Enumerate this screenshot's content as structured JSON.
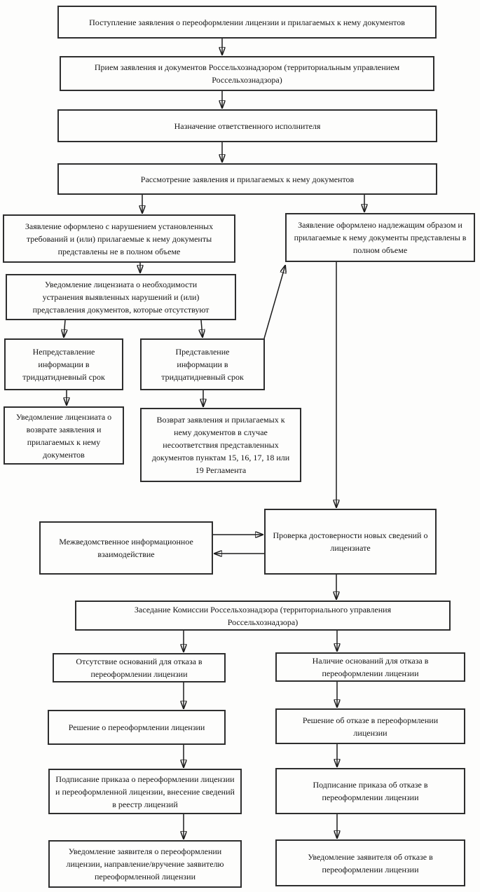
{
  "diagram": {
    "type": "flowchart",
    "language": "ru",
    "ink_color": "#1c1c1c",
    "background_color": "#fdfdfc",
    "nodes": [
      {
        "id": "receive-application",
        "text": "Поступление заявления о переоформлении лицензии и прилагаемых к нему документов"
      },
      {
        "id": "accept-documents",
        "text": "Прием заявления и документов Россельхознадзором (территориальным управлением Россельхознадзора)"
      },
      {
        "id": "assign-executor",
        "text": "Назначение ответственного исполнителя"
      },
      {
        "id": "review-application",
        "text": "Рассмотрение заявления и прилагаемых к нему документов"
      },
      {
        "id": "improper-application",
        "text": "Заявление оформлено с нарушением установленных требований и (или) прилагаемые к нему документы представлены не в полном объеме"
      },
      {
        "id": "proper-application",
        "text": "Заявление оформлено надлежащим образом и прилагаемые к нему документы представлены в полном объеме"
      },
      {
        "id": "notify-licensee-fix",
        "text": "Уведомление лицензиата о необходимости устранения выявленных нарушений и (или) представления документов, которые отсутствуют"
      },
      {
        "id": "info-not-provided",
        "text": "Непредставление информации в тридцатидневный срок"
      },
      {
        "id": "info-provided",
        "text": "Представление информации в тридцатидневный срок"
      },
      {
        "id": "notify-return",
        "text": "Уведомление лицензиата о возврате заявления и прилагаемых к нему документов"
      },
      {
        "id": "return-documents",
        "text": "Возврат заявления и прилагаемых к нему документов в случае несоответствия представленных документов пунктам 15, 16, 17, 18 или 19 Регламента"
      },
      {
        "id": "interagency-interaction",
        "text": "Межведомственное информационное взаимодействие"
      },
      {
        "id": "verify-new-info",
        "text": "Проверка достоверности новых сведений о лицензиате"
      },
      {
        "id": "commission-meeting",
        "text": "Заседание Комиссии Россельхознадзора (территориального управления Россельхознадзора)"
      },
      {
        "id": "no-refusal-grounds",
        "text": "Отсутствие оснований для отказа в переоформлении лицензии"
      },
      {
        "id": "refusal-grounds",
        "text": "Наличие оснований для отказа в переоформлении лицензии"
      },
      {
        "id": "decision-reissue",
        "text": "Решение о переоформлении лицензии"
      },
      {
        "id": "decision-refuse",
        "text": "Решение об отказе в переоформлении лицензии"
      },
      {
        "id": "sign-order-reissue",
        "text": "Подписание приказа о переоформлении лицензии и переоформленной лицензии, внесение сведений в реестр лицензий"
      },
      {
        "id": "sign-order-refuse",
        "text": "Подписание приказа об отказе в переоформлении лицензии"
      },
      {
        "id": "notify-applicant-reissue",
        "text": "Уведомление заявителя о переоформлении лицензии, направление/вручение заявителю переоформленной лицензии"
      },
      {
        "id": "notify-applicant-refuse",
        "text": "Уведомление заявителя об отказе в переоформлении лицензии"
      }
    ],
    "edges": [
      {
        "from": "receive-application",
        "to": "accept-documents"
      },
      {
        "from": "accept-documents",
        "to": "assign-executor"
      },
      {
        "from": "assign-executor",
        "to": "review-application"
      },
      {
        "from": "review-application",
        "to": "improper-application"
      },
      {
        "from": "review-application",
        "to": "proper-application"
      },
      {
        "from": "improper-application",
        "to": "notify-licensee-fix"
      },
      {
        "from": "notify-licensee-fix",
        "to": "info-not-provided"
      },
      {
        "from": "notify-licensee-fix",
        "to": "info-provided"
      },
      {
        "from": "info-not-provided",
        "to": "notify-return"
      },
      {
        "from": "info-provided",
        "to": "return-documents"
      },
      {
        "from": "info-provided",
        "to": "proper-application"
      },
      {
        "from": "proper-application",
        "to": "verify-new-info"
      },
      {
        "from": "interagency-interaction",
        "to": "verify-new-info"
      },
      {
        "from": "verify-new-info",
        "to": "interagency-interaction"
      },
      {
        "from": "verify-new-info",
        "to": "commission-meeting"
      },
      {
        "from": "commission-meeting",
        "to": "no-refusal-grounds"
      },
      {
        "from": "commission-meeting",
        "to": "refusal-grounds"
      },
      {
        "from": "no-refusal-grounds",
        "to": "decision-reissue"
      },
      {
        "from": "refusal-grounds",
        "to": "decision-refuse"
      },
      {
        "from": "decision-reissue",
        "to": "sign-order-reissue"
      },
      {
        "from": "decision-refuse",
        "to": "sign-order-refuse"
      },
      {
        "from": "sign-order-reissue",
        "to": "notify-applicant-reissue"
      },
      {
        "from": "sign-order-refuse",
        "to": "notify-applicant-refuse"
      }
    ]
  }
}
